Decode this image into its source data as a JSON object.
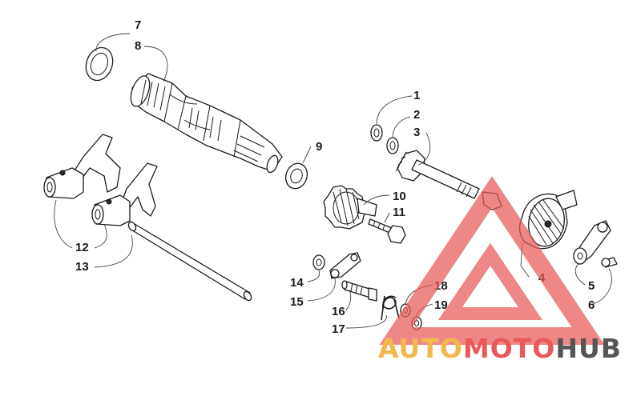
{
  "diagram": {
    "callouts": [
      "1",
      "2",
      "3",
      "4",
      "5",
      "6",
      "7",
      "8",
      "9",
      "10",
      "11",
      "12",
      "13",
      "14",
      "15",
      "16",
      "17",
      "18",
      "19"
    ]
  },
  "watermark": {
    "brand_part1": "AUTO",
    "brand_part2": "MOTO",
    "brand_part3": "HUB",
    "color_auto": "#f2b84b",
    "color_moto": "#e85a5a",
    "color_hub": "#555555"
  }
}
